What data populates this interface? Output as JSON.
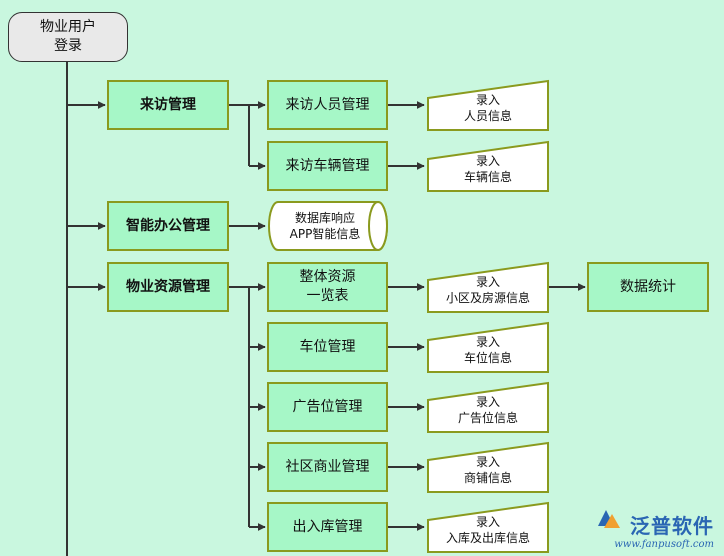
{
  "start": {
    "line1": "物业用户",
    "line2": "登录"
  },
  "modules": {
    "visitor": "来访管理",
    "office": "智能办公管理",
    "resource": "物业资源管理"
  },
  "subs": {
    "visitor_person": "来访人员管理",
    "visitor_vehicle": "来访车辆管理",
    "overview_line1": "整体资源",
    "overview_line2": "一览表",
    "parking": "车位管理",
    "ad_space": "广告位管理",
    "commerce": "社区商业管理",
    "inout": "出入库管理"
  },
  "db": {
    "line1": "数据库响应",
    "line2": "APP智能信息"
  },
  "inputs": {
    "common": "录入",
    "person": "人员信息",
    "vehicle": "车辆信息",
    "housing": "小区及房源信息",
    "parking": "车位信息",
    "ad": "广告位信息",
    "shop": "商铺信息",
    "inout": "入库及出库信息"
  },
  "stats": "数据统计",
  "logo": {
    "name": "泛普软件",
    "url": "www.fanpusoft.com"
  },
  "colors": {
    "background": "#c9f7df",
    "box_fill": "#a6f7c7",
    "box_border": "#8a9a1e",
    "start_fill": "#e9e9e9",
    "line": "#333333",
    "logo": "#2a66b3"
  }
}
